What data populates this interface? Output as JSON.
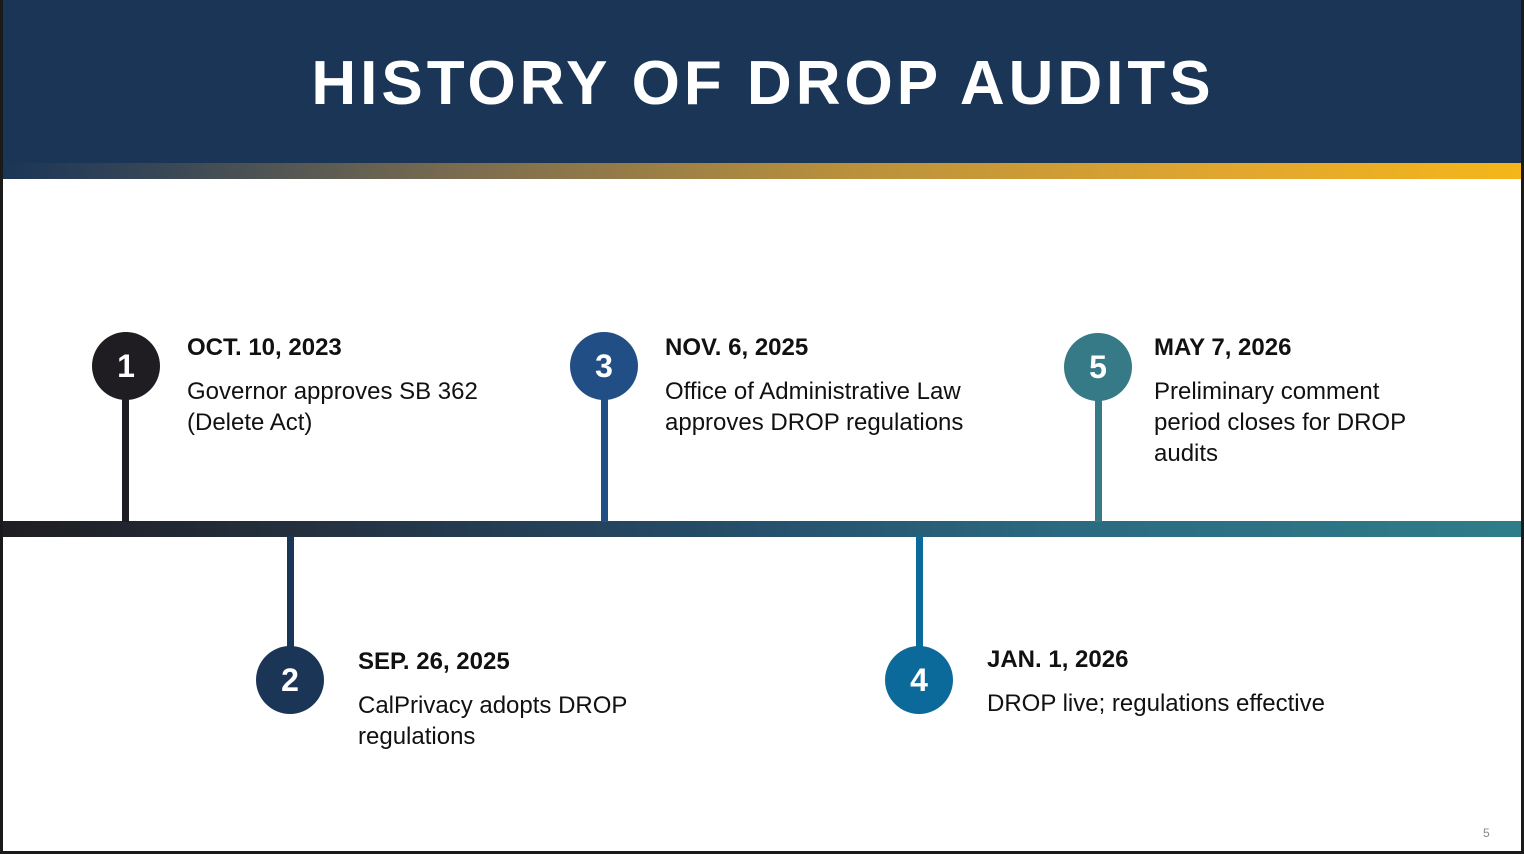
{
  "title": "HISTORY OF DROP AUDITS",
  "colors": {
    "header_bg": "#1b3556",
    "accent_start": "#1b3556",
    "accent_end": "#f5b61a"
  },
  "events": [
    {
      "number": "1",
      "date": "OCT. 10, 2023",
      "description": "Governor approves SB 362 (Delete Act)",
      "color": "#1f1d21",
      "side": "above"
    },
    {
      "number": "2",
      "date": "SEP. 26, 2025",
      "description": "CalPrivacy adopts DROP regulations",
      "color": "#1b3556",
      "side": "below"
    },
    {
      "number": "3",
      "date": "NOV. 6, 2025",
      "description": "Office of Administrative Law approves DROP regulations",
      "color": "#214f85",
      "side": "above"
    },
    {
      "number": "4",
      "date": "JAN. 1, 2026",
      "description": "DROP live; regulations effective",
      "color": "#0b6a9a",
      "side": "below"
    },
    {
      "number": "5",
      "date": "MAY 7, 2026",
      "description": "Preliminary comment period closes for DROP audits",
      "color": "#357a86",
      "side": "above"
    }
  ],
  "page_number": "5"
}
